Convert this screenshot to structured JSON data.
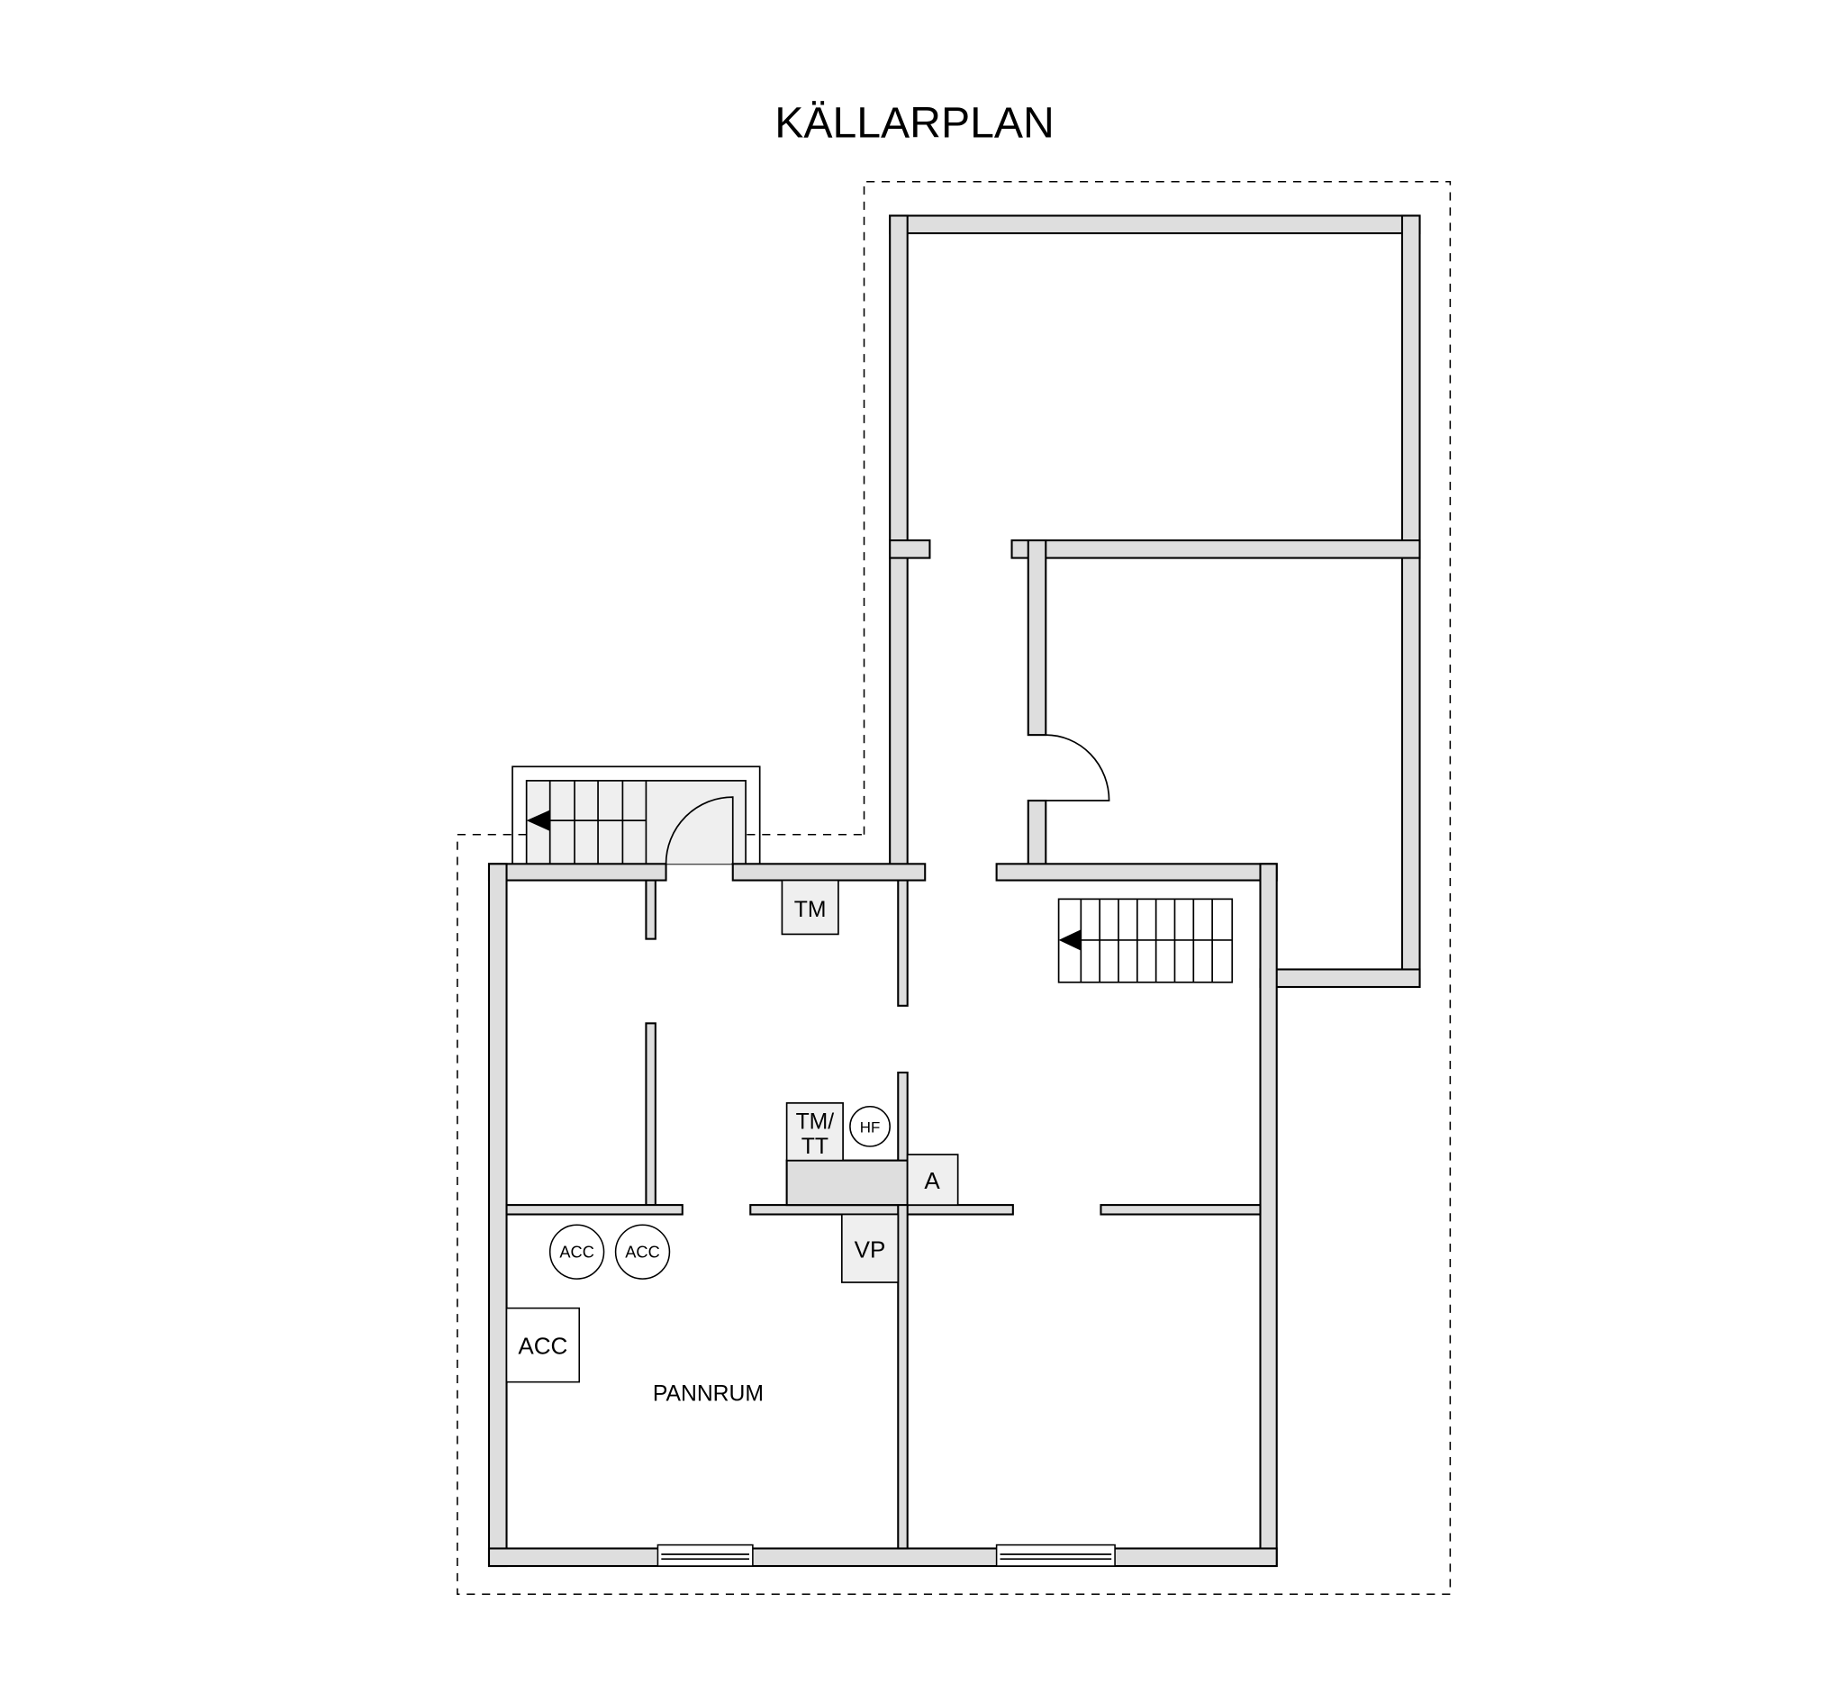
{
  "title": "KÄLLARPLAN",
  "labels": {
    "tm": "TM",
    "tm_tt_line1": "TM/",
    "tm_tt_line2": "TT",
    "hf": "HF",
    "a": "A",
    "vp": "VP",
    "acc_circle_1": "ACC",
    "acc_circle_2": "ACC",
    "acc_box": "ACC",
    "pannrum": "PANNRUM"
  },
  "colors": {
    "wall": "#dedede",
    "fixture": "#efefef",
    "line": "#000000"
  }
}
